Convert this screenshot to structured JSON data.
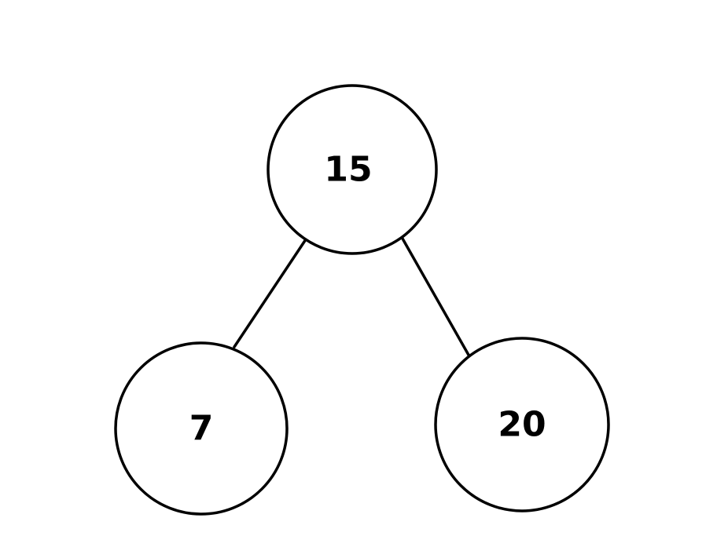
{
  "tree": {
    "nodes": [
      {
        "id": "root",
        "value": "15"
      },
      {
        "id": "left",
        "value": "7"
      },
      {
        "id": "right",
        "value": "20"
      }
    ],
    "edges": [
      {
        "from": "root",
        "to": "left"
      },
      {
        "from": "root",
        "to": "right"
      }
    ]
  }
}
